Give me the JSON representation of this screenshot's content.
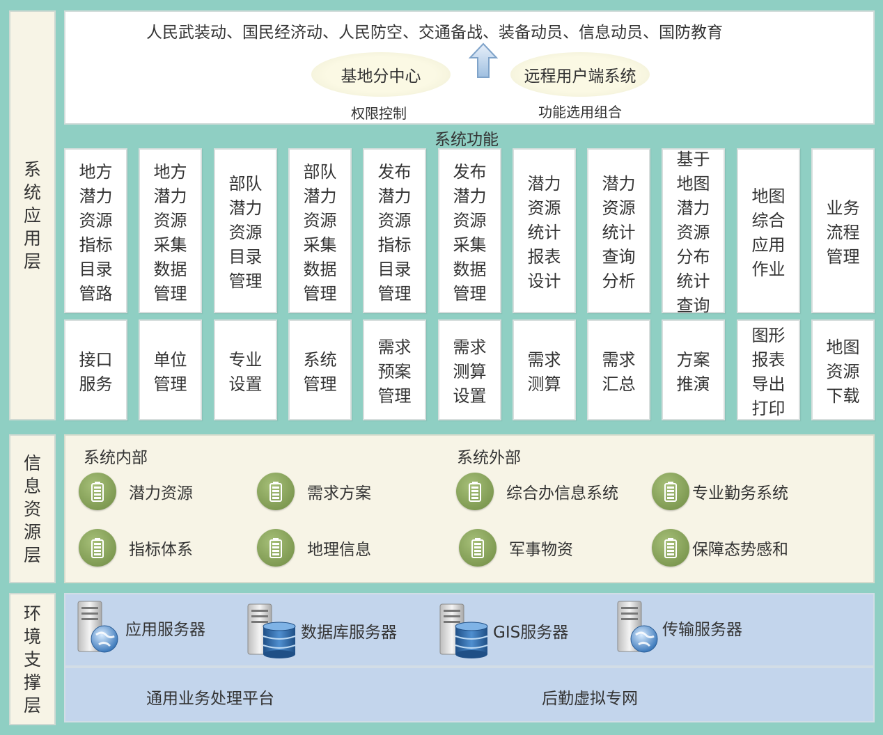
{
  "layers": {
    "app": [
      "系",
      "统",
      "应",
      "用",
      "层"
    ],
    "info": [
      "信",
      "息",
      "资",
      "源",
      "层"
    ],
    "env": [
      "环",
      "境",
      "支",
      "撑",
      "层"
    ]
  },
  "top": {
    "mobilization": "人民武装动、国民经济动、人民防空、交通备战、装备动员、信息动员、国防教育",
    "base_center": "基地分中心",
    "remote_system": "远程用户端系统",
    "permission": "权限控制",
    "function_combo": "功能选用组合"
  },
  "section_title": "系统功能",
  "functions_row1": [
    "地方潜力资源指标目录管路",
    "地方潜力资源采集数据管理",
    "部队潜力资源目录管理",
    "部队潜力资源采集数据管理",
    "发布潜力资源指标目录管理",
    "发布潜力资源采集数据管理",
    "潜力资源统计报表设计",
    "潜力资源统计查询分析",
    "基于地图潜力资源分布统计查询",
    "地图综合应用作业",
    "业务流程管理"
  ],
  "functions_row2": [
    "接口服务",
    "单位管理",
    "专业设置",
    "系统管理",
    "需求预案管理",
    "需求测算设置",
    "需求测算",
    "需求汇总",
    "方案推演",
    "图形报表导出打印",
    "地图资源下载"
  ],
  "info": {
    "internal_title": "系统内部",
    "external_title": "系统外部",
    "internal": [
      "潜力资源",
      "需求方案",
      "指标体系",
      "地理信息"
    ],
    "external": [
      "综合办信息系统",
      "专业勤务系统",
      "军事物资",
      "保障态势感和"
    ],
    "icon": "battery-icon"
  },
  "env": {
    "servers": [
      "应用服务器",
      "数据库服务器",
      "GIS服务器",
      "传输服务器"
    ],
    "platform": "通用业务处理平台",
    "network": "后勤虚拟专网"
  },
  "colors": {
    "background": "#8fcfc3",
    "info_panel": "#f7f4e6",
    "env_panel": "#c3d5ec",
    "battery": "#7f9a50"
  }
}
